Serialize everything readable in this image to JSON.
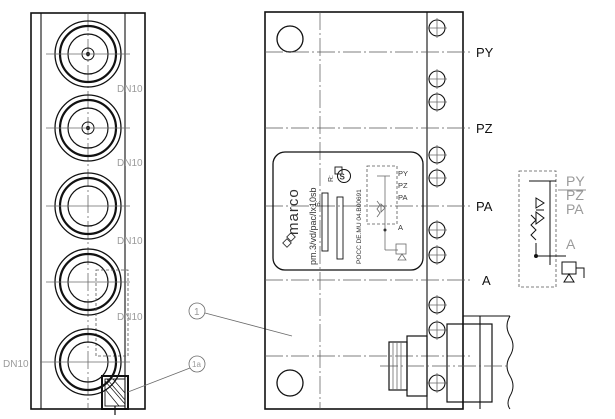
{
  "left_view": {
    "dn_label": "DN10",
    "callout_1a": "1a"
  },
  "main_view": {
    "callout_1": "1",
    "ports": [
      "PY",
      "PZ",
      "PA",
      "A"
    ]
  },
  "nameplate": {
    "brand": "marco",
    "model": "pm.3/vd/pac/lx10sb",
    "cert": "POCC DE.MU 04.B00691",
    "s_label": "S:",
    "r_label": "R:",
    "ports": [
      "PY",
      "PZ",
      "PA",
      "A"
    ]
  },
  "schematic": {
    "ports": [
      "PY",
      "PZ",
      "PA",
      "A"
    ]
  }
}
